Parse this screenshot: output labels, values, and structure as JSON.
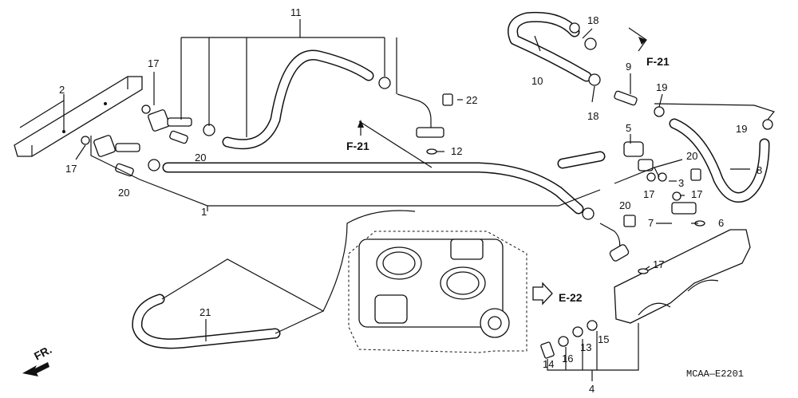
{
  "diagram": {
    "callouts": [
      {
        "id": "c1",
        "text": "1"
      },
      {
        "id": "c2",
        "text": "2"
      },
      {
        "id": "c3",
        "text": "3"
      },
      {
        "id": "c4",
        "text": "4"
      },
      {
        "id": "c5",
        "text": "5"
      },
      {
        "id": "c6",
        "text": "6"
      },
      {
        "id": "c7",
        "text": "7"
      },
      {
        "id": "c8",
        "text": "8"
      },
      {
        "id": "c9",
        "text": "9"
      },
      {
        "id": "c10",
        "text": "10"
      },
      {
        "id": "c11",
        "text": "11"
      },
      {
        "id": "c12",
        "text": "12"
      },
      {
        "id": "c13",
        "text": "13"
      },
      {
        "id": "c14",
        "text": "14"
      },
      {
        "id": "c15",
        "text": "15"
      },
      {
        "id": "c16",
        "text": "16"
      },
      {
        "id": "c17a",
        "text": "17"
      },
      {
        "id": "c17b",
        "text": "17"
      },
      {
        "id": "c17c",
        "text": "17"
      },
      {
        "id": "c17d",
        "text": "17"
      },
      {
        "id": "c17e",
        "text": "17"
      },
      {
        "id": "c18a",
        "text": "18"
      },
      {
        "id": "c18b",
        "text": "18"
      },
      {
        "id": "c19a",
        "text": "19"
      },
      {
        "id": "c19b",
        "text": "19"
      },
      {
        "id": "c20a",
        "text": "20"
      },
      {
        "id": "c20b",
        "text": "20"
      },
      {
        "id": "c20c",
        "text": "20"
      },
      {
        "id": "c20d",
        "text": "20"
      },
      {
        "id": "c21",
        "text": "21"
      },
      {
        "id": "c22",
        "text": "22"
      }
    ],
    "refs": {
      "f21_left": "F-21",
      "f21_right": "F-21",
      "e22": "E-22"
    },
    "front_marker": "FR.",
    "drawing_code": "MCAA—E2201"
  }
}
